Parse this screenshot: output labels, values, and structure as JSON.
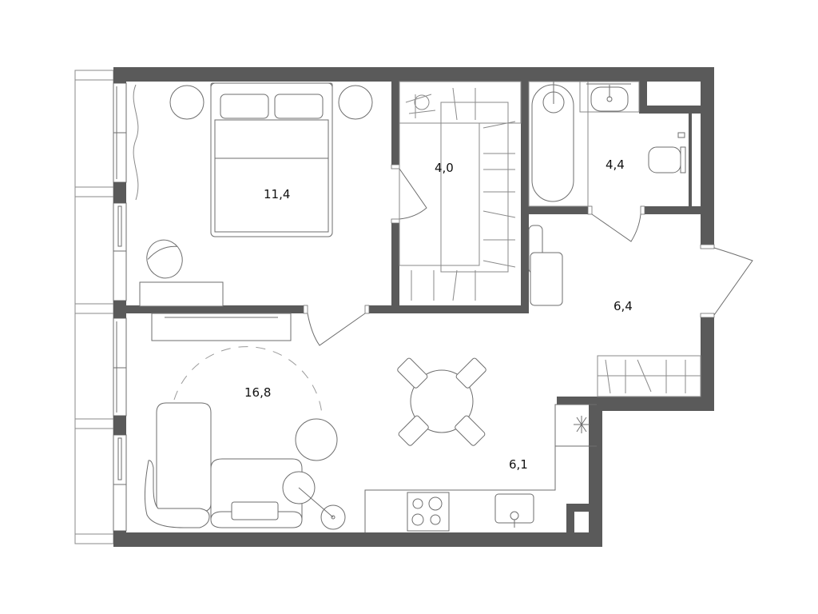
{
  "plan": {
    "type": "apartment floor plan",
    "colors": {
      "wall": "#5a5a5a",
      "line": "#6e6e6e",
      "background": "#ffffff",
      "label": "#111111"
    },
    "rooms": [
      {
        "id": "bedroom",
        "area": "11,4"
      },
      {
        "id": "walk-in-closet",
        "area": "4,0"
      },
      {
        "id": "bathroom",
        "area": "4,4"
      },
      {
        "id": "hallway",
        "area": "6,4"
      },
      {
        "id": "living-room",
        "area": "16,8"
      },
      {
        "id": "kitchen",
        "area": "6,1"
      }
    ]
  }
}
